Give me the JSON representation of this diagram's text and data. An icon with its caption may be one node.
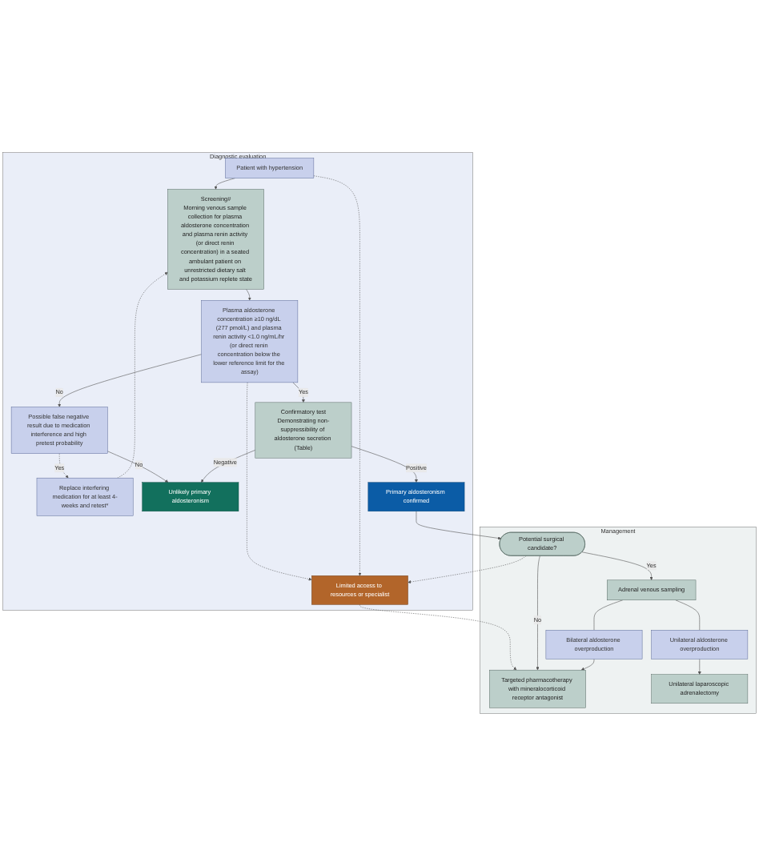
{
  "diagram": {
    "nodes": [
      {
        "text": [
          "Diagnostic evaluation"
        ]
      },
      {
        "text": [
          "Patient with hypertension"
        ],
        "in": 0
      },
      {
        "text": [
          "Screening#",
          "Morning venous sample collection for plasma aldosterone concentration and plasma renin activity (or direct renin concentration) in a seated ambulant patient on unrestricted dietary salt and potassium replete state"
        ],
        "in": 0
      },
      {
        "text": [
          "Plasma aldosterone concentration ≥10 ng/dL (277 pmol/L) and plasma renin activity <1.0 ng/mL/hr (or direct renin concentration below the lower reference limit for the assay)"
        ],
        "in": 0
      },
      {
        "text": [
          "Replace interfering medication for at least 4-weeks and retest*"
        ],
        "in": 0
      },
      {
        "text": [
          "Limited access to resources or specialist"
        ],
        "in": 0
      },
      {
        "text": [
          "Possible false negative result due to medication interference and high pretest probability"
        ],
        "in": 0
      },
      {
        "text": [
          "Confirmatory test",
          "Demonstrating non-suppressibility of aldosterone secretion (Table)"
        ],
        "in": 0
      },
      {
        "text": [
          "Unlikely primary aldosteronism"
        ],
        "in": 0
      },
      {
        "text": [
          "Primary aldosteronism confirmed"
        ],
        "in": 0
      },
      {
        "text": [
          "Management"
        ]
      },
      {
        "text": [
          "Potential surgical candidate?"
        ],
        "in": 10
      },
      {
        "text": [
          "Adrenal venous sampling"
        ],
        "in": 10
      },
      {
        "text": [
          "Bilateral aldosterone overproduction"
        ],
        "in": 10
      },
      {
        "text": [
          "Unilateral aldosterone overproduction"
        ],
        "in": 10
      },
      {
        "text": [
          "Targeted pharmacotherapy with mineralocorticoid receptor antagonist"
        ],
        "in": 10
      },
      {
        "text": [
          "Unilateral laparoscopic adrenalectomy"
        ],
        "in": 10
      }
    ],
    "edges": [
      {
        "from": 1,
        "to": 2,
        "arrow": "to"
      },
      {
        "from": 2,
        "to": 3,
        "arrow": "to"
      },
      {
        "from": 3,
        "to": 7,
        "arrow": "to",
        "label": "Yes"
      },
      {
        "from": 3,
        "to": 5,
        "arrow": "to",
        "style": "dashed"
      },
      {
        "from": 3,
        "to": 6,
        "arrow": "to",
        "label": "No"
      },
      {
        "from": 1,
        "to": 5,
        "arrow": "to",
        "style": "dashed"
      },
      {
        "from": 6,
        "to": 4,
        "arrow": "to",
        "label": "Yes",
        "style": "dashed"
      },
      {
        "from": 4,
        "to": 2,
        "arrow": "to",
        "style": "dashed"
      },
      {
        "from": 6,
        "to": 8,
        "arrow": "to",
        "label": "No"
      },
      {
        "from": 7,
        "to": 8,
        "arrow": "to",
        "label": "Negative"
      },
      {
        "from": 7,
        "to": 9,
        "arrow": "to",
        "label": "Positive"
      },
      {
        "from": 9,
        "to": 11,
        "arrow": "to"
      },
      {
        "from": 11,
        "to": 5,
        "arrow": "to",
        "style": "dashed"
      },
      {
        "from": 5,
        "to": 15,
        "arrow": "to",
        "style": "dashed"
      },
      {
        "from": 11,
        "to": 12,
        "arrow": "to",
        "label": "Yes"
      },
      {
        "from": 11,
        "to": 15,
        "arrow": "to",
        "label": "No"
      },
      {
        "from": 12,
        "to": 13,
        "arrow": "none"
      },
      {
        "from": 12,
        "to": 14,
        "arrow": "none"
      },
      {
        "from": 13,
        "to": 15,
        "arrow": "to"
      },
      {
        "from": 14,
        "to": 16,
        "arrow": "to"
      }
    ]
  }
}
